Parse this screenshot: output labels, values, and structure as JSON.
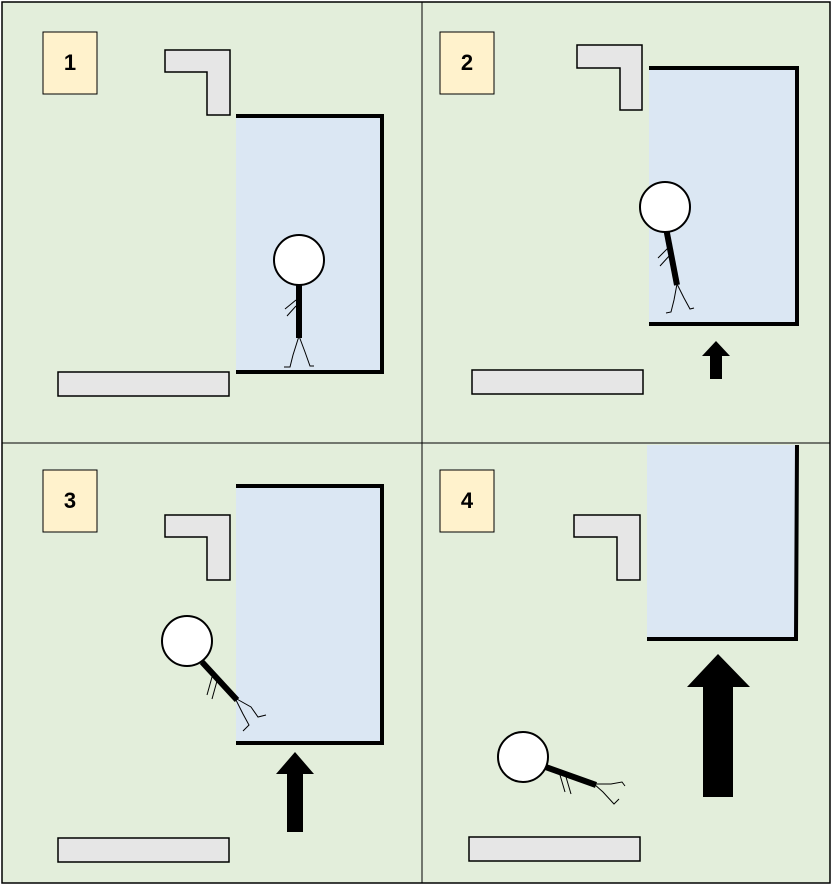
{
  "panels": [
    {
      "label": "1"
    },
    {
      "label": "2"
    },
    {
      "label": "3"
    },
    {
      "label": "4"
    }
  ],
  "colors": {
    "panel_background": "#e3eedb",
    "elevator_fill": "#dbe7f3",
    "wall_fill": "#e6e6e6",
    "label_box_fill": "#fff2cc",
    "stroke": "#000000"
  }
}
